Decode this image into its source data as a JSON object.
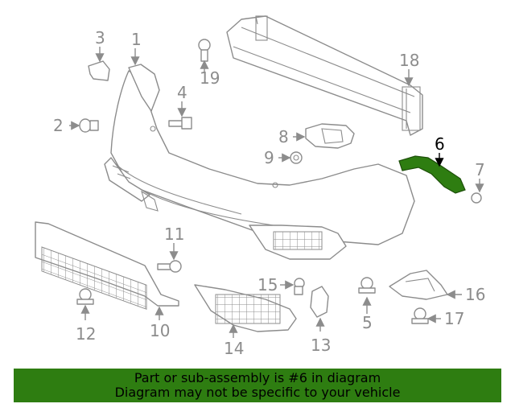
{
  "callouts": {
    "c1": "1",
    "c2": "2",
    "c3": "3",
    "c4": "4",
    "c5": "5",
    "c6": "6",
    "c7": "7",
    "c8": "8",
    "c9": "9",
    "c10": "10",
    "c11": "11",
    "c12": "12",
    "c13": "13",
    "c14": "14",
    "c15": "15",
    "c16": "16",
    "c17": "17",
    "c18": "18",
    "c19": "19"
  },
  "highlighted_part": "6",
  "colors": {
    "line": "#8c8c8c",
    "highlight": "#2e7d11",
    "banner": "#2e7d11"
  },
  "banner": {
    "line1": "Part or sub-assembly is #6 in diagram",
    "line2": "Diagram may not be specific to your vehicle"
  }
}
